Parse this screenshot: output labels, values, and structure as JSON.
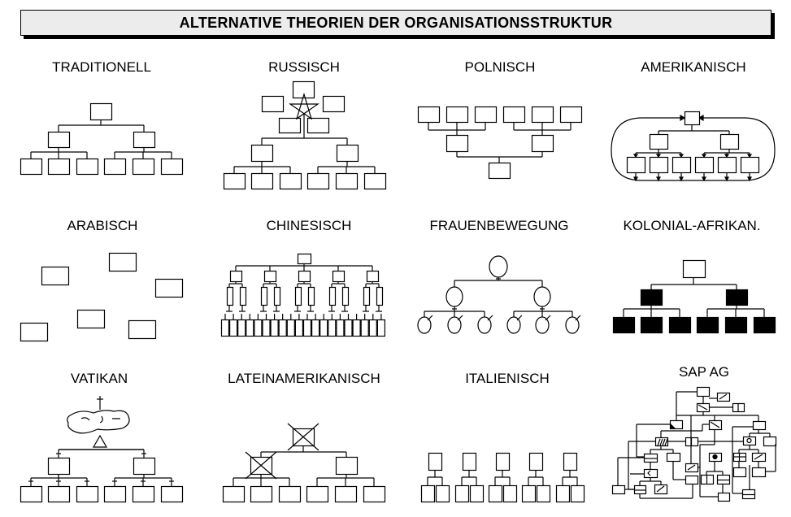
{
  "title": "ALTERNATIVE THEORIEN DER ORGANISATIONSSTRUKTUR",
  "diagrams": [
    {
      "label": "TRADITIONELL"
    },
    {
      "label": "RUSSISCH"
    },
    {
      "label": "POLNISCH"
    },
    {
      "label": "AMERIKANISCH"
    },
    {
      "label": "ARABISCH"
    },
    {
      "label": "CHINESISCH"
    },
    {
      "label": "FRAUENBEWEGUNG"
    },
    {
      "label": "KOLONIAL-AFRIKAN."
    },
    {
      "label": "VATIKAN"
    },
    {
      "label": "LATEINAMERIKANISCH"
    },
    {
      "label": "ITALIENISCH"
    },
    {
      "label": "SAP AG"
    }
  ],
  "colors": {
    "line": "#000000",
    "title_bg": "#ececec",
    "background": "#ffffff"
  }
}
